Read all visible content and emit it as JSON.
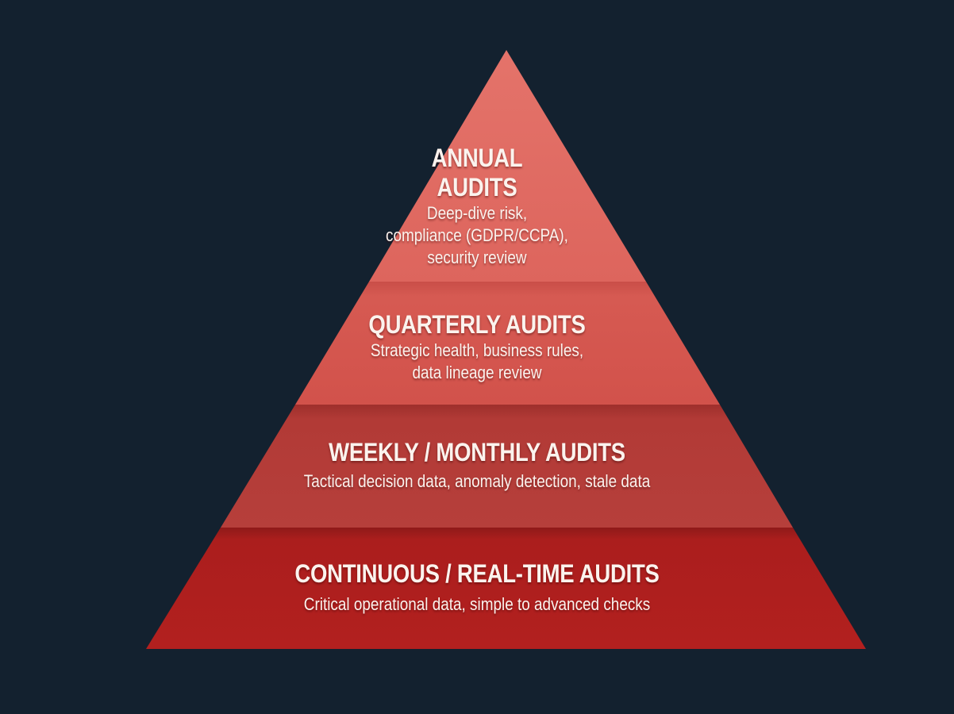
{
  "diagram": {
    "type": "pyramid",
    "background_color": "#13212f",
    "tiers": [
      {
        "title_lines": [
          "ANNUAL",
          "AUDITS"
        ],
        "description_lines": [
          "Deep-dive risk,",
          "compliance (GDPR/CCPA),",
          "security review"
        ],
        "color": "#e06a62"
      },
      {
        "title_lines": [
          "QUARTERLY AUDITS"
        ],
        "description_lines": [
          "Strategic health, business rules,",
          "data lineage review"
        ],
        "color": "#d4554e"
      },
      {
        "title_lines": [
          "WEEKLY / MONTHLY AUDITS"
        ],
        "description_lines": [
          "Tactical decision data, anomaly detection, stale data"
        ],
        "color": "#b43c38"
      },
      {
        "title_lines": [
          "CONTINUOUS / REAL-TIME AUDITS"
        ],
        "description_lines": [
          "Critical operational data, simple to advanced checks"
        ],
        "color": "#ae1f1e"
      }
    ]
  }
}
